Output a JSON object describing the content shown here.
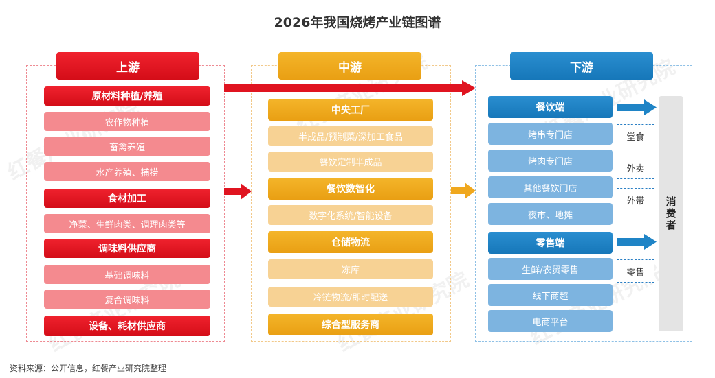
{
  "title": "2026年我国烧烤产业链图谱",
  "watermark": "红餐产业研究院",
  "source": "资料来源：公开信息，红餐产业研究院整理",
  "colors": {
    "upstream": "#e01420",
    "midstream": "#f0a81e",
    "downstream": "#1f84c6",
    "consumer_bg": "#e4e4e4"
  },
  "upstream": {
    "header": "上游",
    "groups": [
      {
        "label": "原材料种植/养殖",
        "items": [
          "农作物种植",
          "畜禽养殖",
          "水产养殖、捕捞"
        ]
      },
      {
        "label": "食材加工",
        "items": [
          "净菜、生鲜肉类、调理肉类等"
        ]
      },
      {
        "label": "调味料供应商",
        "items": [
          "基础调味料",
          "复合调味料"
        ]
      },
      {
        "label": "设备、耗材供应商",
        "items": []
      }
    ]
  },
  "midstream": {
    "header": "中游",
    "groups": [
      {
        "label": "中央工厂",
        "items": [
          "半成品/预制菜/深加工食品",
          "餐饮定制半成品"
        ]
      },
      {
        "label": "餐饮数智化",
        "items": [
          "数字化系统/智能设备"
        ]
      },
      {
        "label": "仓储物流",
        "items": [
          "冻库",
          "冷链物流/即时配送"
        ]
      },
      {
        "label": "综合型服务商",
        "items": []
      }
    ]
  },
  "downstream": {
    "header": "下游",
    "groups": [
      {
        "label": "餐饮端",
        "items": [
          "烤串专门店",
          "烤肉专门店",
          "其他餐饮门店",
          "夜市、地摊"
        ]
      },
      {
        "label": "零售端",
        "items": [
          "生鲜/农贸零售",
          "线下商超",
          "电商平台"
        ]
      }
    ],
    "channels": [
      "堂食",
      "外卖",
      "外带",
      "零售"
    ]
  },
  "consumer": "消费者"
}
